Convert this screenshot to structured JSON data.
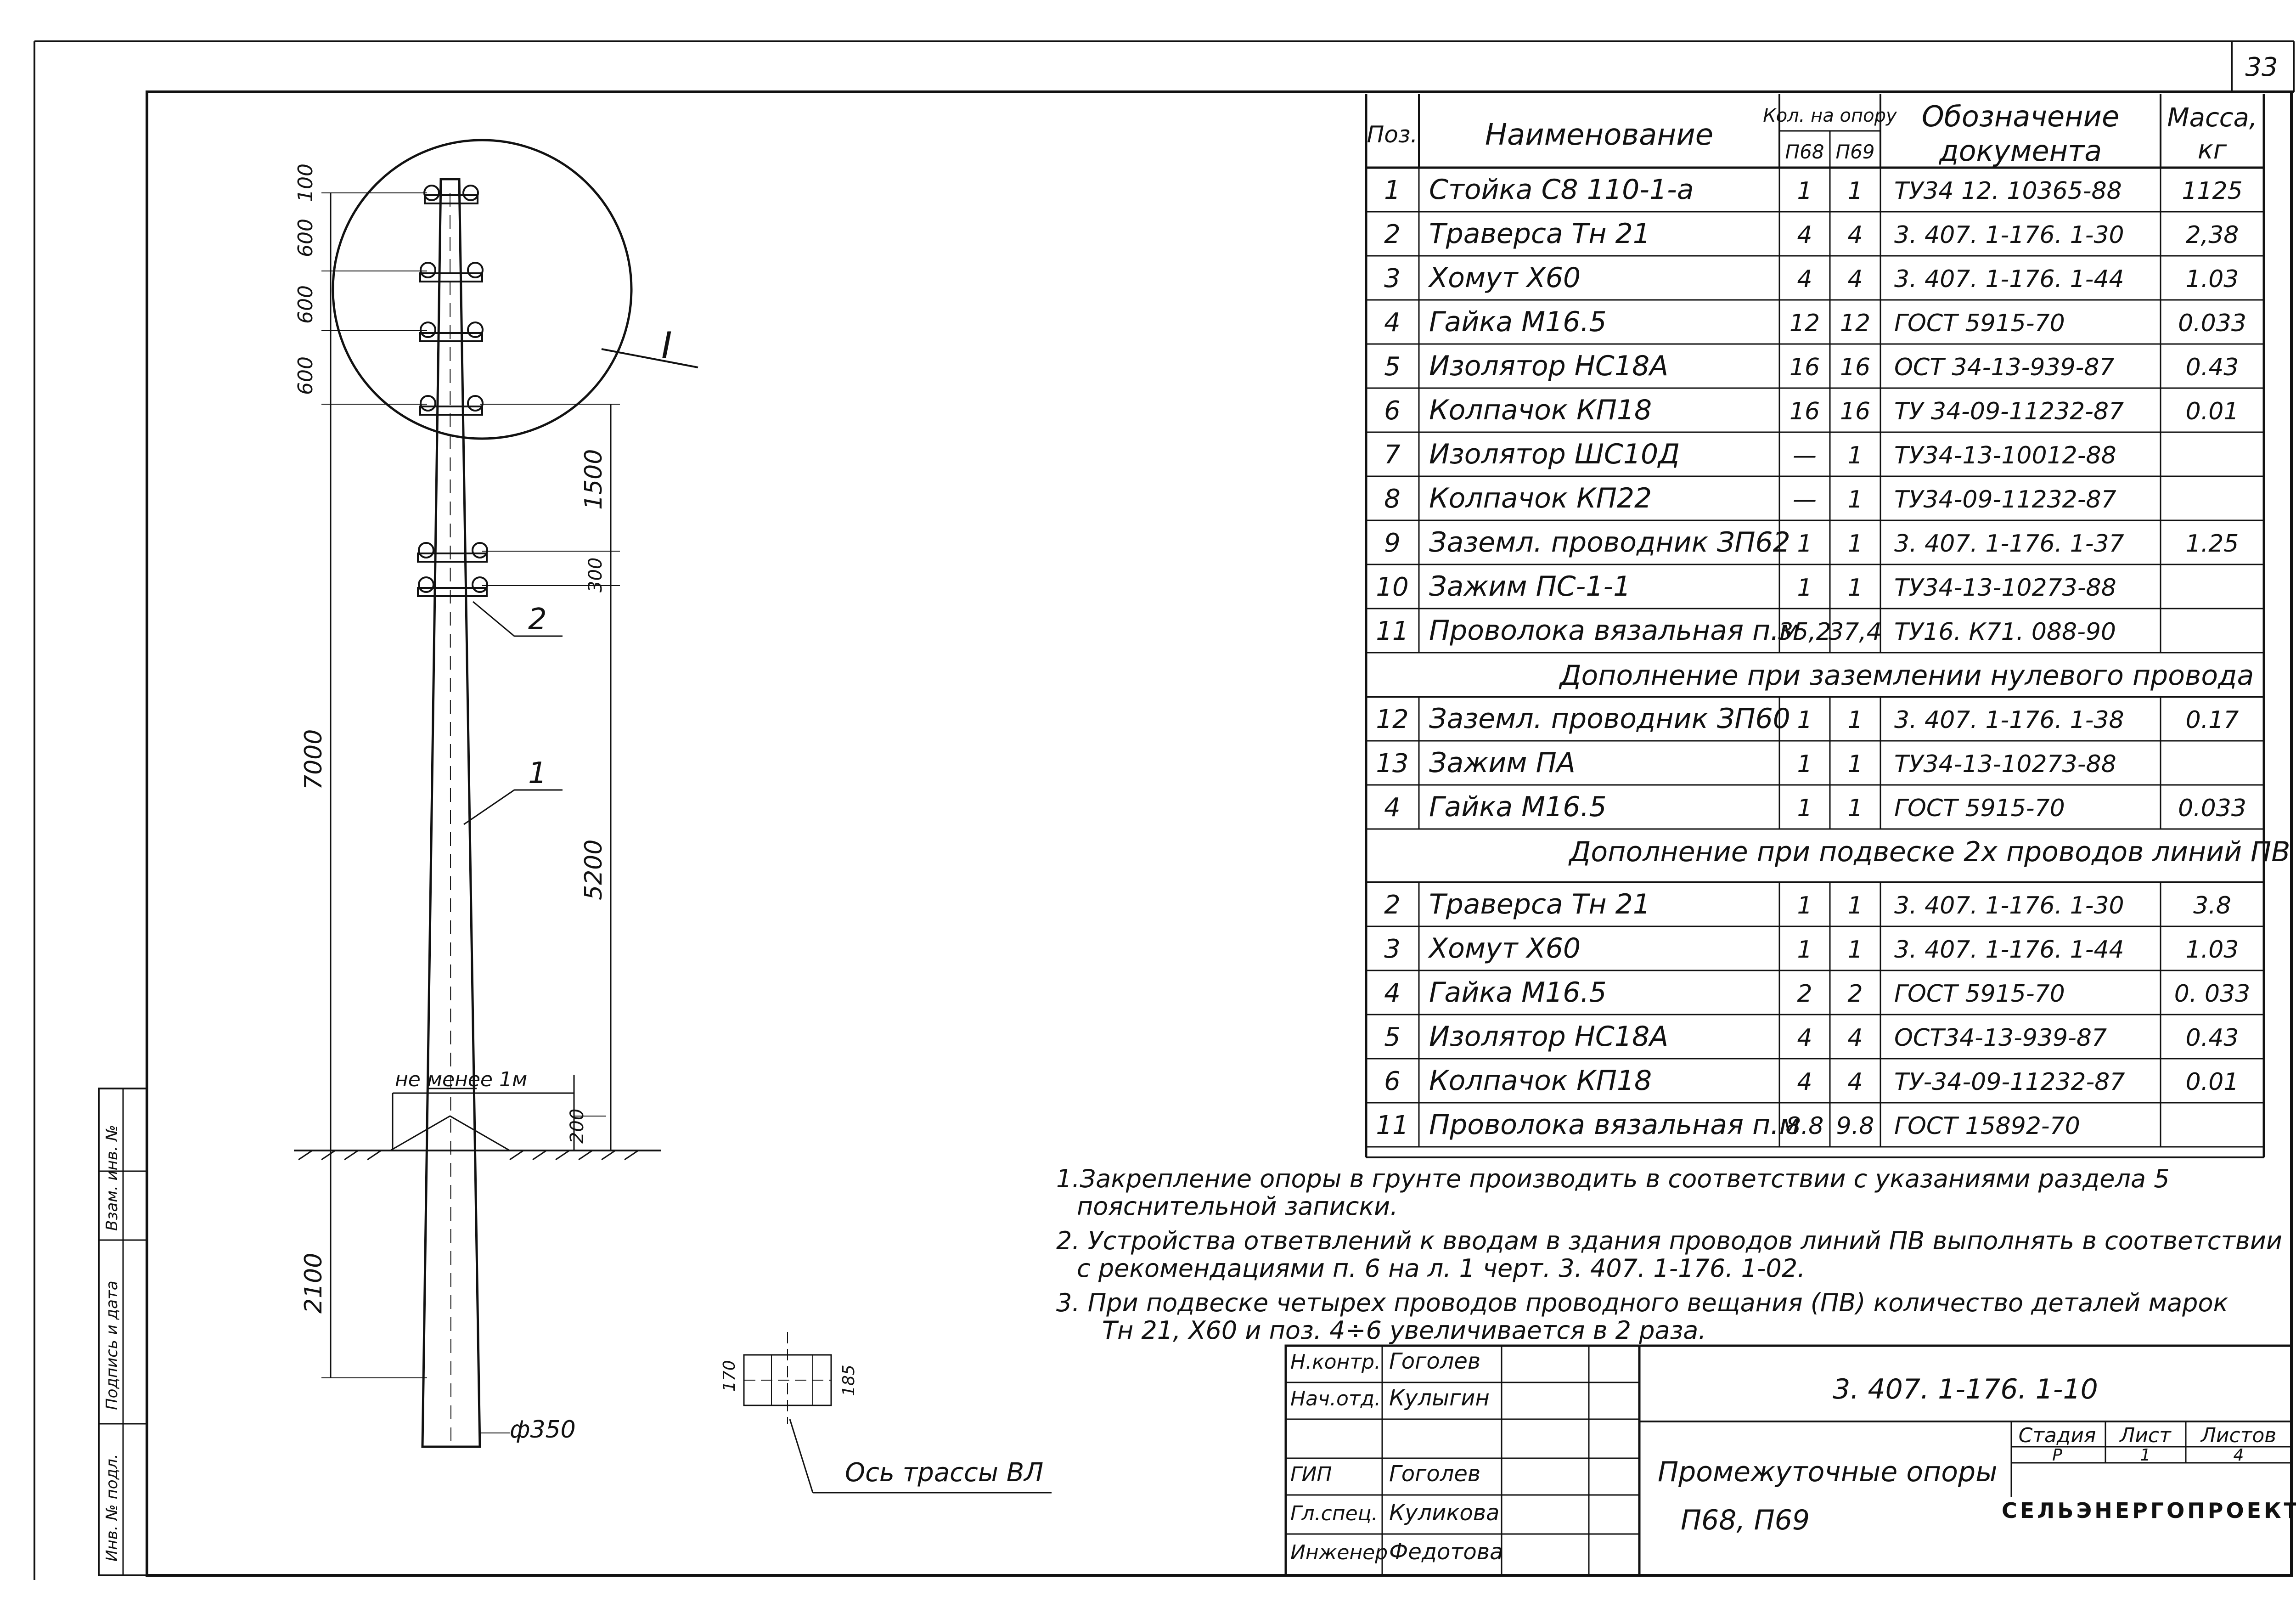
{
  "sheet_number": "33",
  "drawing": {
    "node_label": "I",
    "callout_1": "1",
    "callout_2": "2",
    "dim_top_100": "100",
    "dim_600_a": "600",
    "dim_600_b": "600",
    "dim_600_c": "600",
    "dim_1500": "1500",
    "dim_300": "300",
    "dim_7000": "7000",
    "dim_5200": "5200",
    "dim_2100": "2100",
    "dim_200": "200",
    "ground_note": "не менее 1м",
    "diameter": "ф350",
    "axis_label": "Ось трассы ВЛ",
    "plan_dim_170": "170",
    "plan_dim_185": "185"
  },
  "spec_table": {
    "headers": {
      "pos": "Поз.",
      "name": "Наименование",
      "qty": "Кол. на опору",
      "qty_a": "П68",
      "qty_b": "П69",
      "doc": "Обозначение документа",
      "mass": "Масса, кг"
    },
    "rows": [
      {
        "pos": "1",
        "name": "Стойка С8 110-1-а",
        "a": "1",
        "b": "1",
        "doc": "ТУ34 12. 10365-88",
        "mass": "1125"
      },
      {
        "pos": "2",
        "name": "Траверса Тн 21",
        "a": "4",
        "b": "4",
        "doc": "3. 407. 1-176. 1-30",
        "mass": "2,38"
      },
      {
        "pos": "3",
        "name": "Хомут Х60",
        "a": "4",
        "b": "4",
        "doc": "3. 407. 1-176. 1-44",
        "mass": "1.03"
      },
      {
        "pos": "4",
        "name": "Гайка М16.5",
        "a": "12",
        "b": "12",
        "doc": "ГОСТ 5915-70",
        "mass": "0.033"
      },
      {
        "pos": "5",
        "name": "Изолятор НС18А",
        "a": "16",
        "b": "16",
        "doc": "ОСТ 34-13-939-87",
        "mass": "0.43"
      },
      {
        "pos": "6",
        "name": "Колпачок КП18",
        "a": "16",
        "b": "16",
        "doc": "ТУ 34-09-11232-87",
        "mass": "0.01"
      },
      {
        "pos": "7",
        "name": "Изолятор ШС10Д",
        "a": "—",
        "b": "1",
        "doc": "ТУ34-13-10012-88",
        "mass": ""
      },
      {
        "pos": "8",
        "name": "Колпачок КП22",
        "a": "—",
        "b": "1",
        "doc": "ТУ34-09-11232-87",
        "mass": ""
      },
      {
        "pos": "9",
        "name": "Заземл. проводник ЗП62",
        "a": "1",
        "b": "1",
        "doc": "3. 407. 1-176. 1-37",
        "mass": "1.25"
      },
      {
        "pos": "10",
        "name": "Зажим ПС-1-1",
        "a": "1",
        "b": "1",
        "doc": "ТУ34-13-10273-88",
        "mass": ""
      },
      {
        "pos": "11",
        "name": "Проволока вязальная п.м",
        "a": "35,2",
        "b": "37,4",
        "doc": "ТУ16. К71. 088-90",
        "mass": ""
      }
    ],
    "section2_title": "Дополнение при заземлении нулевого провода",
    "section2_rows": [
      {
        "pos": "12",
        "name": "Заземл. проводник ЗП60",
        "a": "1",
        "b": "1",
        "doc": "3. 407. 1-176. 1-38",
        "mass": "0.17"
      },
      {
        "pos": "13",
        "name": "Зажим ПА",
        "a": "1",
        "b": "1",
        "doc": "ТУ34-13-10273-88",
        "mass": ""
      },
      {
        "pos": "4",
        "name": "Гайка М16.5",
        "a": "1",
        "b": "1",
        "doc": "ГОСТ 5915-70",
        "mass": "0.033"
      }
    ],
    "section3_title": "Дополнение при подвеске 2х проводов линий ПВ",
    "section3_rows": [
      {
        "pos": "2",
        "name": "Траверса Тн 21",
        "a": "1",
        "b": "1",
        "doc": "3. 407. 1-176. 1-30",
        "mass": "3.8"
      },
      {
        "pos": "3",
        "name": "Хомут Х60",
        "a": "1",
        "b": "1",
        "doc": "3. 407. 1-176. 1-44",
        "mass": "1.03"
      },
      {
        "pos": "4",
        "name": "Гайка М16.5",
        "a": "2",
        "b": "2",
        "doc": "ГОСТ 5915-70",
        "mass": "0. 033"
      },
      {
        "pos": "5",
        "name": "Изолятор НС18А",
        "a": "4",
        "b": "4",
        "doc": "ОСТ34-13-939-87",
        "mass": "0.43"
      },
      {
        "pos": "6",
        "name": "Колпачок КП18",
        "a": "4",
        "b": "4",
        "doc": "ТУ-34-09-11232-87",
        "mass": "0.01"
      },
      {
        "pos": "11",
        "name": "Проволока вязальная п.м",
        "a": "8.8",
        "b": "9.8",
        "doc": "ГОСТ 15892-70",
        "mass": ""
      }
    ]
  },
  "notes": [
    "1.Закрепление опоры в грунте производить в соответствии с указаниями раздела 5",
    "пояснительной записки.",
    "2. Устройства ответвлений к вводам в здания проводов линий ПВ выполнять в соответствии",
    "с рекомендациями п. 6 на л. 1 черт. 3. 407. 1-176. 1-02.",
    "3. При подвеске четырех проводов проводного вещания (ПВ) количество деталей марок",
    "Тн 21, Х60 и поз. 4÷6   увеличивается в 2 раза."
  ],
  "title_block": {
    "code": "3. 407. 1-176. 1-10",
    "title_line1": "Промежуточные опоры",
    "title_line2": "П68,  П69",
    "stage_label": "Стадия",
    "sheet_label": "Лист",
    "sheets_label": "Листов",
    "stage": "Р",
    "sheet": "1",
    "sheets": "4",
    "org": "СЕЛЬЭНЕРГОПРОЕКТ",
    "people": [
      {
        "role": "Н.контр.",
        "name": "Гоголев"
      },
      {
        "role": "Нач.отд.",
        "name": "Кулыгин"
      },
      {
        "role": "",
        "name": ""
      },
      {
        "role": "ГИП",
        "name": "Гоголев"
      },
      {
        "role": "Гл.спец.",
        "name": "Куликова"
      },
      {
        "role": "Инженер",
        "name": "Федотова"
      }
    ]
  },
  "side_stamp": {
    "cell1": "Инв. № подл.",
    "cell2": "Подпись и дата",
    "cell3": "Взам. инв. №"
  }
}
